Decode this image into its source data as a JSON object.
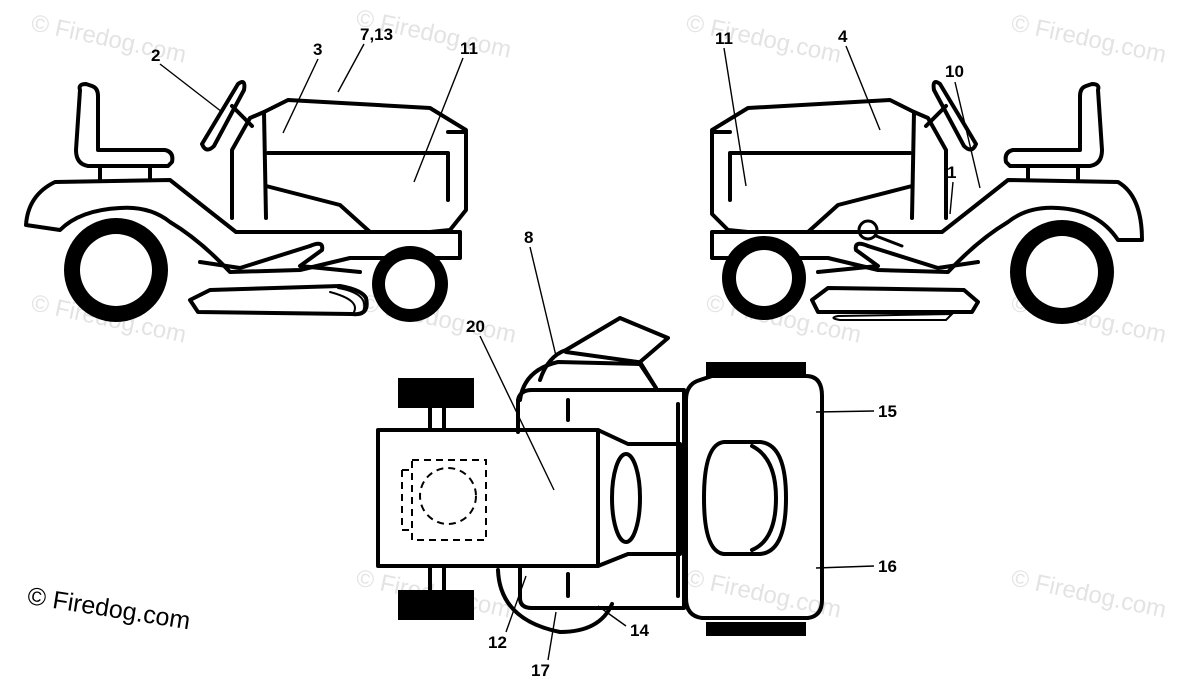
{
  "watermark": "© Firedog.com",
  "copyright": "© Firedog.com",
  "callouts": {
    "left_view": {
      "steering_wheel": "2",
      "dash": "3",
      "hood_top": "7,13",
      "hood_side": "11"
    },
    "right_view": {
      "hood_side": "11",
      "hood_top": "4",
      "steering_wheel": "10",
      "fender": "1"
    },
    "top_view": {
      "bagger_chute": "8",
      "hood": "20",
      "fender_right": "15",
      "fender_left": "16",
      "deck_left": "12",
      "deck_right": "14",
      "deck_bottom": "17"
    }
  }
}
